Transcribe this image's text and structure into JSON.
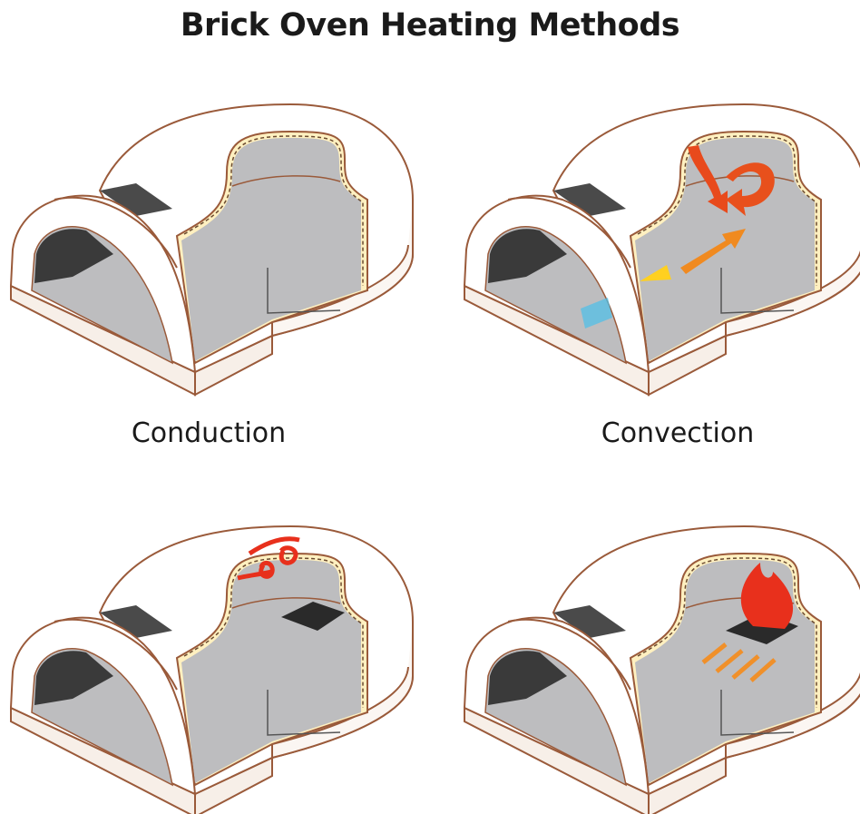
{
  "title": "Brick Oven Heating Methods",
  "panels": [
    {
      "label": "Conduction",
      "effect": "floor-heat"
    },
    {
      "label": "Convection",
      "effect": "air-flow"
    },
    {
      "effect": "radiation-fire"
    },
    {
      "effect": "combined-fire-airflow"
    }
  ],
  "colors": {
    "outline": "#9a5a3a",
    "floor": "#b9b9bb",
    "dome": "#ffffff",
    "smoke": "#6b6b6b",
    "air": "#2aa7dd",
    "fire": "#e8401c",
    "rim": "#f2c23a"
  }
}
